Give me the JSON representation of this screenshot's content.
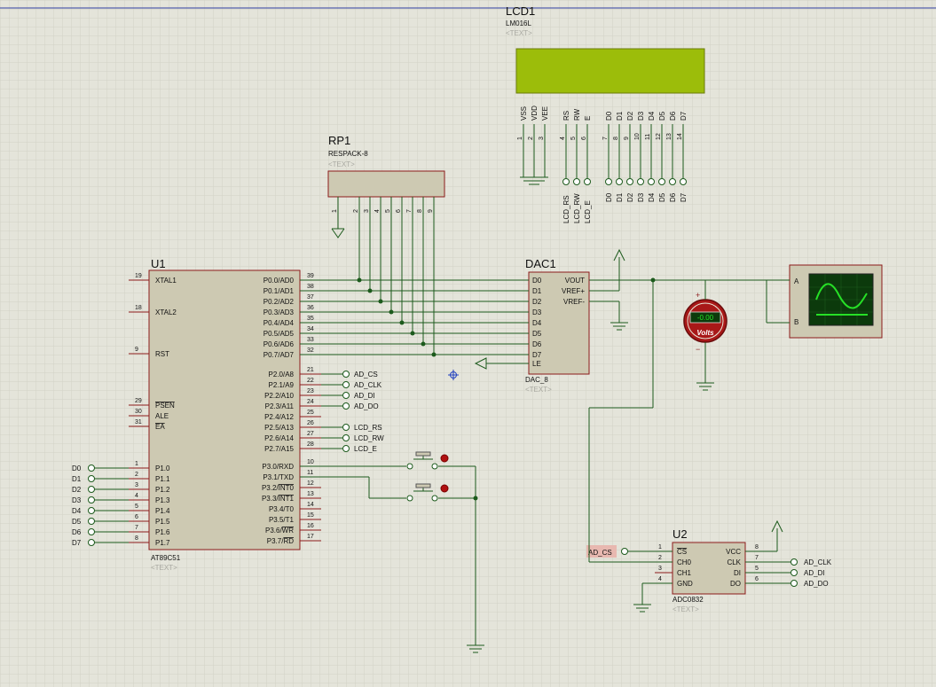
{
  "lcd": {
    "ref": "LCD1",
    "model": "LM016L",
    "text_placeholder": "<TEXT>",
    "pin_names": [
      "VSS",
      "VDD",
      "VEE",
      "RS",
      "RW",
      "E",
      "D0",
      "D1",
      "D2",
      "D3",
      "D4",
      "D5",
      "D6",
      "D7"
    ],
    "pin_numbers": [
      "1",
      "2",
      "3",
      "4",
      "5",
      "6",
      "7",
      "8",
      "9",
      "10",
      "11",
      "12",
      "13",
      "14"
    ],
    "net_labels": [
      "LCD_RS",
      "LCD_RW",
      "LCD_E",
      "D0",
      "D1",
      "D2",
      "D3",
      "D4",
      "D5",
      "D6",
      "D7"
    ],
    "screen_color": "#9cbd0a"
  },
  "rp1": {
    "ref": "RP1",
    "model": "RESPACK-8",
    "text_placeholder": "<TEXT>",
    "pin_numbers": [
      "1",
      "2",
      "3",
      "4",
      "5",
      "6",
      "7",
      "8",
      "9"
    ]
  },
  "u1": {
    "ref": "U1",
    "model": "AT89C51",
    "text_placeholder": "<TEXT>",
    "left_pins": [
      {
        "num": "19",
        "name": "XTAL1"
      },
      {
        "num": "18",
        "name": "XTAL2"
      },
      {
        "num": "9",
        "name": "RST"
      },
      {
        "num": "29",
        "name": "PSEN"
      },
      {
        "num": "30",
        "name": "ALE"
      },
      {
        "num": "31",
        "name": "EA"
      },
      {
        "num": "1",
        "name": "P1.0"
      },
      {
        "num": "2",
        "name": "P1.1"
      },
      {
        "num": "3",
        "name": "P1.2"
      },
      {
        "num": "4",
        "name": "P1.3"
      },
      {
        "num": "5",
        "name": "P1.4"
      },
      {
        "num": "6",
        "name": "P1.5"
      },
      {
        "num": "7",
        "name": "P1.6"
      },
      {
        "num": "8",
        "name": "P1.7"
      }
    ],
    "right_pins": [
      {
        "num": "39",
        "name": "P0.0/AD0"
      },
      {
        "num": "38",
        "name": "P0.1/AD1"
      },
      {
        "num": "37",
        "name": "P0.2/AD2"
      },
      {
        "num": "36",
        "name": "P0.3/AD3"
      },
      {
        "num": "35",
        "name": "P0.4/AD4"
      },
      {
        "num": "34",
        "name": "P0.5/AD5"
      },
      {
        "num": "33",
        "name": "P0.6/AD6"
      },
      {
        "num": "32",
        "name": "P0.7/AD7"
      },
      {
        "num": "21",
        "name": "P2.0/A8"
      },
      {
        "num": "22",
        "name": "P2.1/A9"
      },
      {
        "num": "23",
        "name": "P2.2/A10"
      },
      {
        "num": "24",
        "name": "P2.3/A11"
      },
      {
        "num": "25",
        "name": "P2.4/A12"
      },
      {
        "num": "26",
        "name": "P2.5/A13"
      },
      {
        "num": "27",
        "name": "P2.6/A14"
      },
      {
        "num": "28",
        "name": "P2.7/A15"
      },
      {
        "num": "10",
        "name": "P3.0/RXD"
      },
      {
        "num": "11",
        "name": "P3.1/TXD"
      },
      {
        "num": "12",
        "name": "P3.2/INT0"
      },
      {
        "num": "13",
        "name": "P3.3/INT1"
      },
      {
        "num": "14",
        "name": "P3.4/T0"
      },
      {
        "num": "15",
        "name": "P3.5/T1"
      },
      {
        "num": "16",
        "name": "P3.6/WR"
      },
      {
        "num": "17",
        "name": "P3.7/RD"
      }
    ],
    "p1_net_labels": [
      "D0",
      "D1",
      "D2",
      "D3",
      "D4",
      "D5",
      "D6",
      "D7"
    ],
    "p2_net_labels": [
      "AD_CS",
      "AD_CLK",
      "AD_DI",
      "AD_DO",
      "",
      "LCD_RS",
      "LCD_RW",
      "LCD_E"
    ]
  },
  "dac1": {
    "ref": "DAC1",
    "model": "DAC_8",
    "text_placeholder": "<TEXT>",
    "left_pins": [
      "D0",
      "D1",
      "D2",
      "D3",
      "D4",
      "D5",
      "D6",
      "D7",
      "LE"
    ],
    "right_pins": [
      "VOUT",
      "VREF+",
      "VREF-"
    ]
  },
  "scope": {
    "channel_a": "A",
    "channel_b": "B",
    "screen_color": "#0c3a0c",
    "trace_color": "#26e026"
  },
  "voltmeter": {
    "label": "Volts",
    "display": "-0.00",
    "plus": "+",
    "minus": "−",
    "body_color": "#a81818"
  },
  "u2": {
    "ref": "U2",
    "model": "ADC0832",
    "text_placeholder": "<TEXT>",
    "left_pins": [
      {
        "num": "1",
        "name": "CS"
      },
      {
        "num": "2",
        "name": "CH0"
      },
      {
        "num": "3",
        "name": "CH1"
      },
      {
        "num": "4",
        "name": "GND"
      }
    ],
    "right_pins": [
      {
        "num": "8",
        "name": "VCC"
      },
      {
        "num": "7",
        "name": "CLK"
      },
      {
        "num": "5",
        "name": "DI"
      },
      {
        "num": "6",
        "name": "DO"
      }
    ],
    "cs_net_label": "AD_CS",
    "right_net_labels": [
      "AD_CLK",
      "AD_DI",
      "AD_DO"
    ]
  },
  "colors": {
    "wire": "#1c5a1c",
    "component_outline": "#8c1a1a",
    "component_fill": "#cdc9b2",
    "pin_text": "#101010",
    "pin_number": "#101010",
    "placeholder_text": "#a8a8a0",
    "grid": "#d2d2c6"
  }
}
